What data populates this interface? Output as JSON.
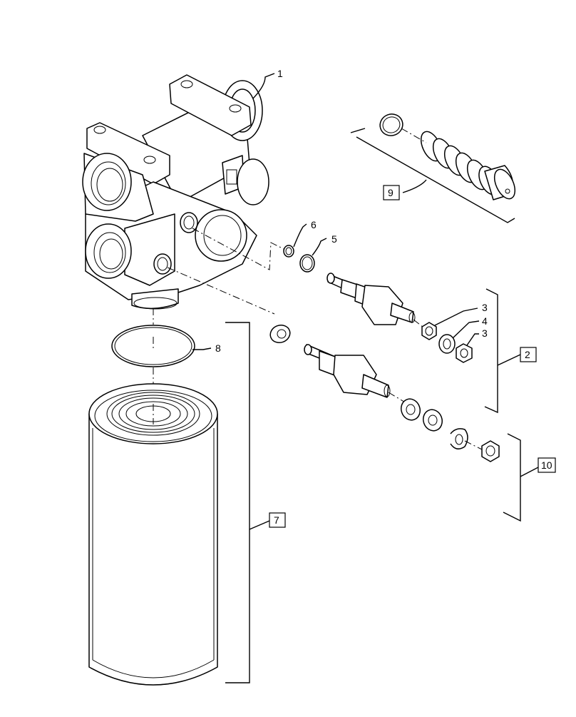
{
  "callouts": {
    "c1": "1",
    "c2": "2",
    "c3a": "3",
    "c4": "4",
    "c3b": "3",
    "c5": "5",
    "c6": "6",
    "c7": "7",
    "c8": "8",
    "c9": "9",
    "c10": "10"
  }
}
